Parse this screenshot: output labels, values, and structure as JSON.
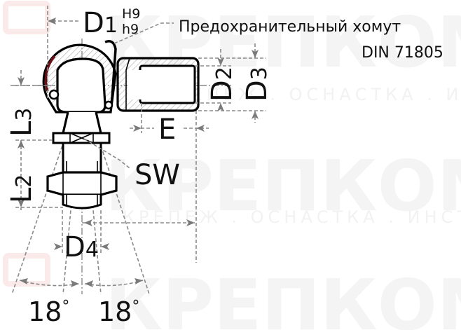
{
  "diagram": {
    "subject": "ball-joint-with-safety-clip",
    "title_lines": [
      "Предохранительный хомут",
      "DIN 71805"
    ],
    "watermark": {
      "brand": "КРЕПКОМ",
      "tagline": "КРЕПЕЖ . ОСНАСТКА . ИНСТРУМЕНТ"
    },
    "dimensions": {
      "D1": {
        "label": "D",
        "sub": "1",
        "tol_upper": "H9",
        "tol_lower": "h9"
      },
      "D2": {
        "label": "D",
        "sub": "2"
      },
      "D3": {
        "label": "D",
        "sub": "3"
      },
      "D4": {
        "label": "D",
        "sub": "4"
      },
      "L2": {
        "label": "L",
        "sub": "2"
      },
      "L3": {
        "label": "L",
        "sub": "3"
      },
      "E": {
        "label": "E"
      },
      "SW": {
        "label": "SW"
      }
    },
    "angles": [
      {
        "value": "18",
        "unit": "°"
      },
      {
        "value": "18",
        "unit": "°"
      }
    ],
    "colors": {
      "line": "#000000",
      "dimension": "#8a8a8a",
      "hatch": "#b5b5b5",
      "watermark": "#f4f4f4",
      "accent_dark_red": "#6b0f14"
    }
  }
}
